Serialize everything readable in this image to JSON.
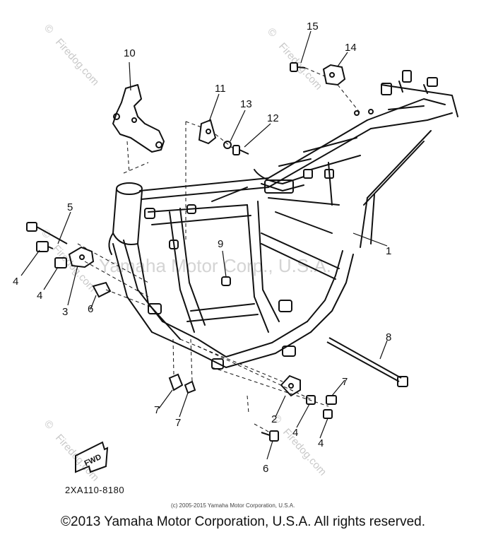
{
  "watermark": {
    "site": "Firedog.com",
    "center": "Yamaha Motor Corp., U.S.A.",
    "symbol": "©"
  },
  "diagram": {
    "part_code": "2XA110-8180",
    "small_copyright": "(c) 2005-2015 Yamaha Motor Corporation, U.S.A.",
    "fwd_label": "FWD",
    "callouts": [
      "1",
      "2",
      "3",
      "4",
      "4",
      "4",
      "4",
      "5",
      "6",
      "6",
      "7",
      "7",
      "7",
      "8",
      "9",
      "10",
      "11",
      "12",
      "13",
      "14",
      "15"
    ]
  },
  "footer": {
    "copyright": "©2013 Yamaha Motor Corporation, U.S.A. All rights reserved."
  },
  "colors": {
    "line": "#111111",
    "watermark": "#c9c9c9"
  }
}
